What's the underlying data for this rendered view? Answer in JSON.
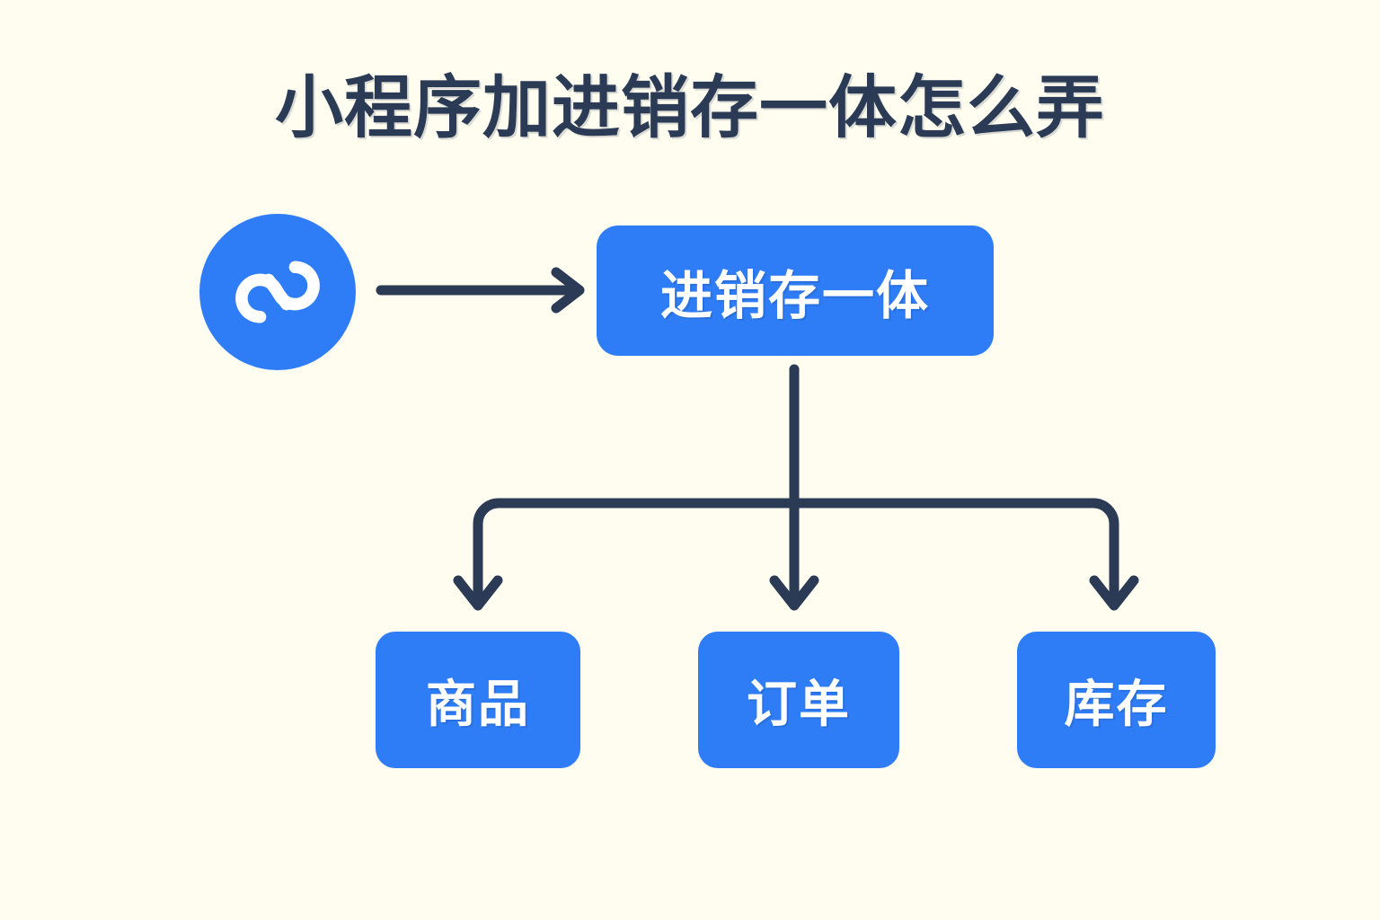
{
  "page": {
    "title": "小程序加进销存一体怎么弄",
    "background_color": "#FFFDF0",
    "accent_color": "#2F7DF6",
    "line_color": "#2B3B55",
    "text_on_accent": "#FFFFFF"
  },
  "logo": {
    "name": "mini-program-logo",
    "shape": "circle",
    "symbol": "infinity-spiral",
    "background_color": "#2F7DF6",
    "symbol_color": "#FFFFFF"
  },
  "diagram": {
    "type": "flowchart",
    "root": {
      "id": "root",
      "label": "进销存一体",
      "color": "#2F7DF6"
    },
    "children": [
      {
        "id": "goods",
        "label": "商品",
        "color": "#2F7DF6"
      },
      {
        "id": "orders",
        "label": "订单",
        "color": "#2F7DF6"
      },
      {
        "id": "inventory",
        "label": "库存",
        "color": "#2F7DF6"
      }
    ],
    "edges": [
      {
        "from": "logo",
        "to": "root",
        "style": "straight-arrow",
        "direction": "right"
      },
      {
        "from": "root",
        "to": "goods",
        "style": "elbow-arrow",
        "direction": "down"
      },
      {
        "from": "root",
        "to": "orders",
        "style": "straight-arrow",
        "direction": "down"
      },
      {
        "from": "root",
        "to": "inventory",
        "style": "elbow-arrow",
        "direction": "down"
      }
    ]
  }
}
